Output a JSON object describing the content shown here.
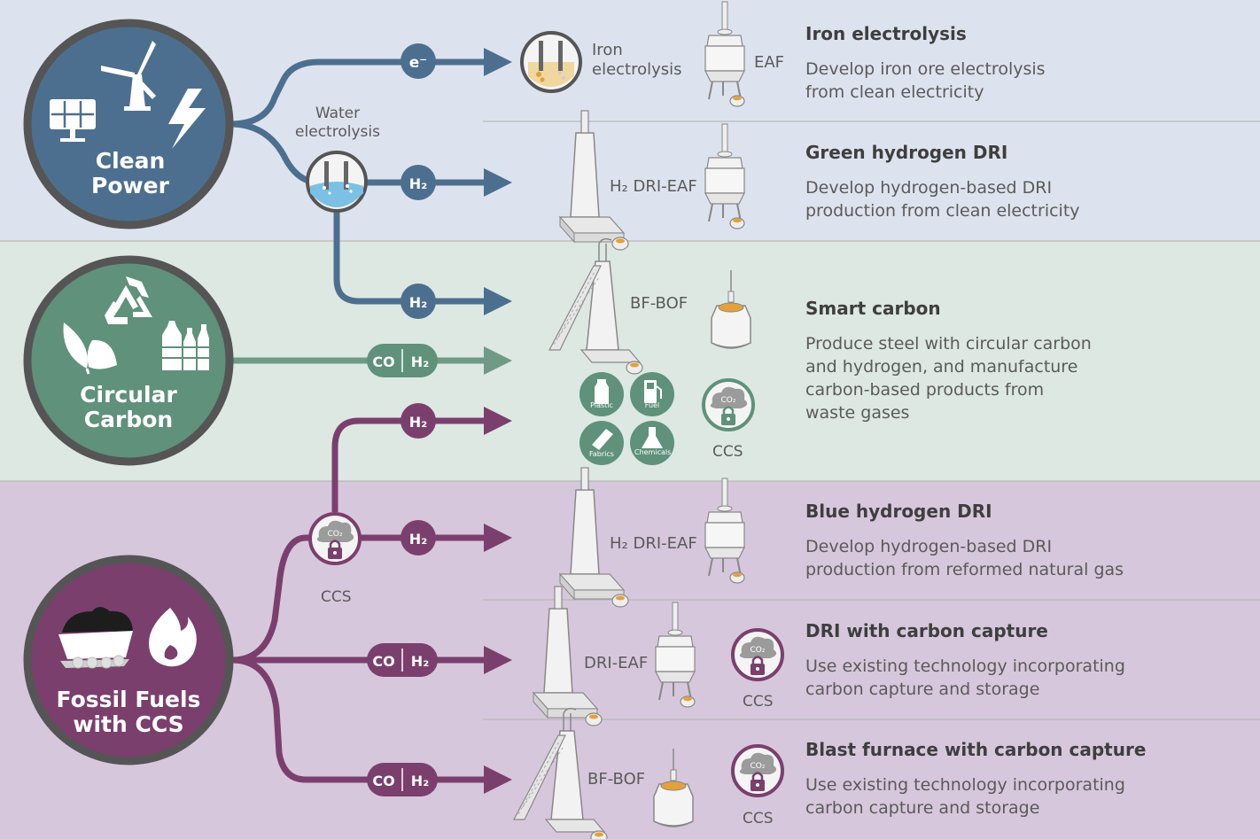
{
  "colors": {
    "clean_band": "#dde3ee",
    "circular_band": "#dde8e3",
    "fossil_band": "#d7c7dc",
    "clean_power": "#4d6f8f",
    "circular_carbon": "#5f917b",
    "fossil_fuels": "#7b3f6e",
    "ring": "#555555"
  },
  "sources": {
    "clean_power": [
      "Clean",
      "Power"
    ],
    "circular_carbon": [
      "Circular",
      "Carbon"
    ],
    "fossil_fuels": [
      "Fossil Fuels",
      "with CCS"
    ]
  },
  "labels": {
    "water_electrolysis": [
      "Water",
      "electrolysis"
    ],
    "iron_electrolysis": [
      "Iron",
      "electrolysis"
    ],
    "eaf": "EAF",
    "h2_dri_eaf_1": "H₂ DRI-EAF",
    "bf_bof_1": "BF-BOF",
    "h2_dri_eaf_2": "H₂ DRI-EAF",
    "dri_eaf": "DRI-EAF",
    "bf_bof_2": "BF-BOF",
    "ccs": "CCS"
  },
  "carriers": {
    "electron": "e⁻",
    "h2": "H₂",
    "co": "CO",
    "co2": "CO₂"
  },
  "products": [
    "Plastic",
    "Fuel",
    "Fabrics",
    "Chemicals"
  ],
  "routes": [
    {
      "title": "Iron electrolysis",
      "description": [
        "Develop iron ore electrolysis",
        "from clean electricity"
      ]
    },
    {
      "title": "Green hydrogen DRI",
      "description": [
        "Develop hydrogen-based DRI",
        "production from clean electricity"
      ]
    },
    {
      "title": "Smart carbon",
      "description": [
        "Produce steel with circular carbon",
        "and hydrogen, and manufacture",
        "carbon-based products from",
        "waste gases"
      ]
    },
    {
      "title": "Blue hydrogen DRI",
      "description": [
        "Develop hydrogen-based DRI",
        "production from reformed natural gas"
      ]
    },
    {
      "title": "DRI with carbon capture",
      "description": [
        "Use existing technology incorporating",
        "carbon capture and storage"
      ]
    },
    {
      "title": "Blast furnace with carbon capture",
      "description": [
        "Use existing technology incorporating",
        "carbon capture and storage"
      ]
    }
  ]
}
